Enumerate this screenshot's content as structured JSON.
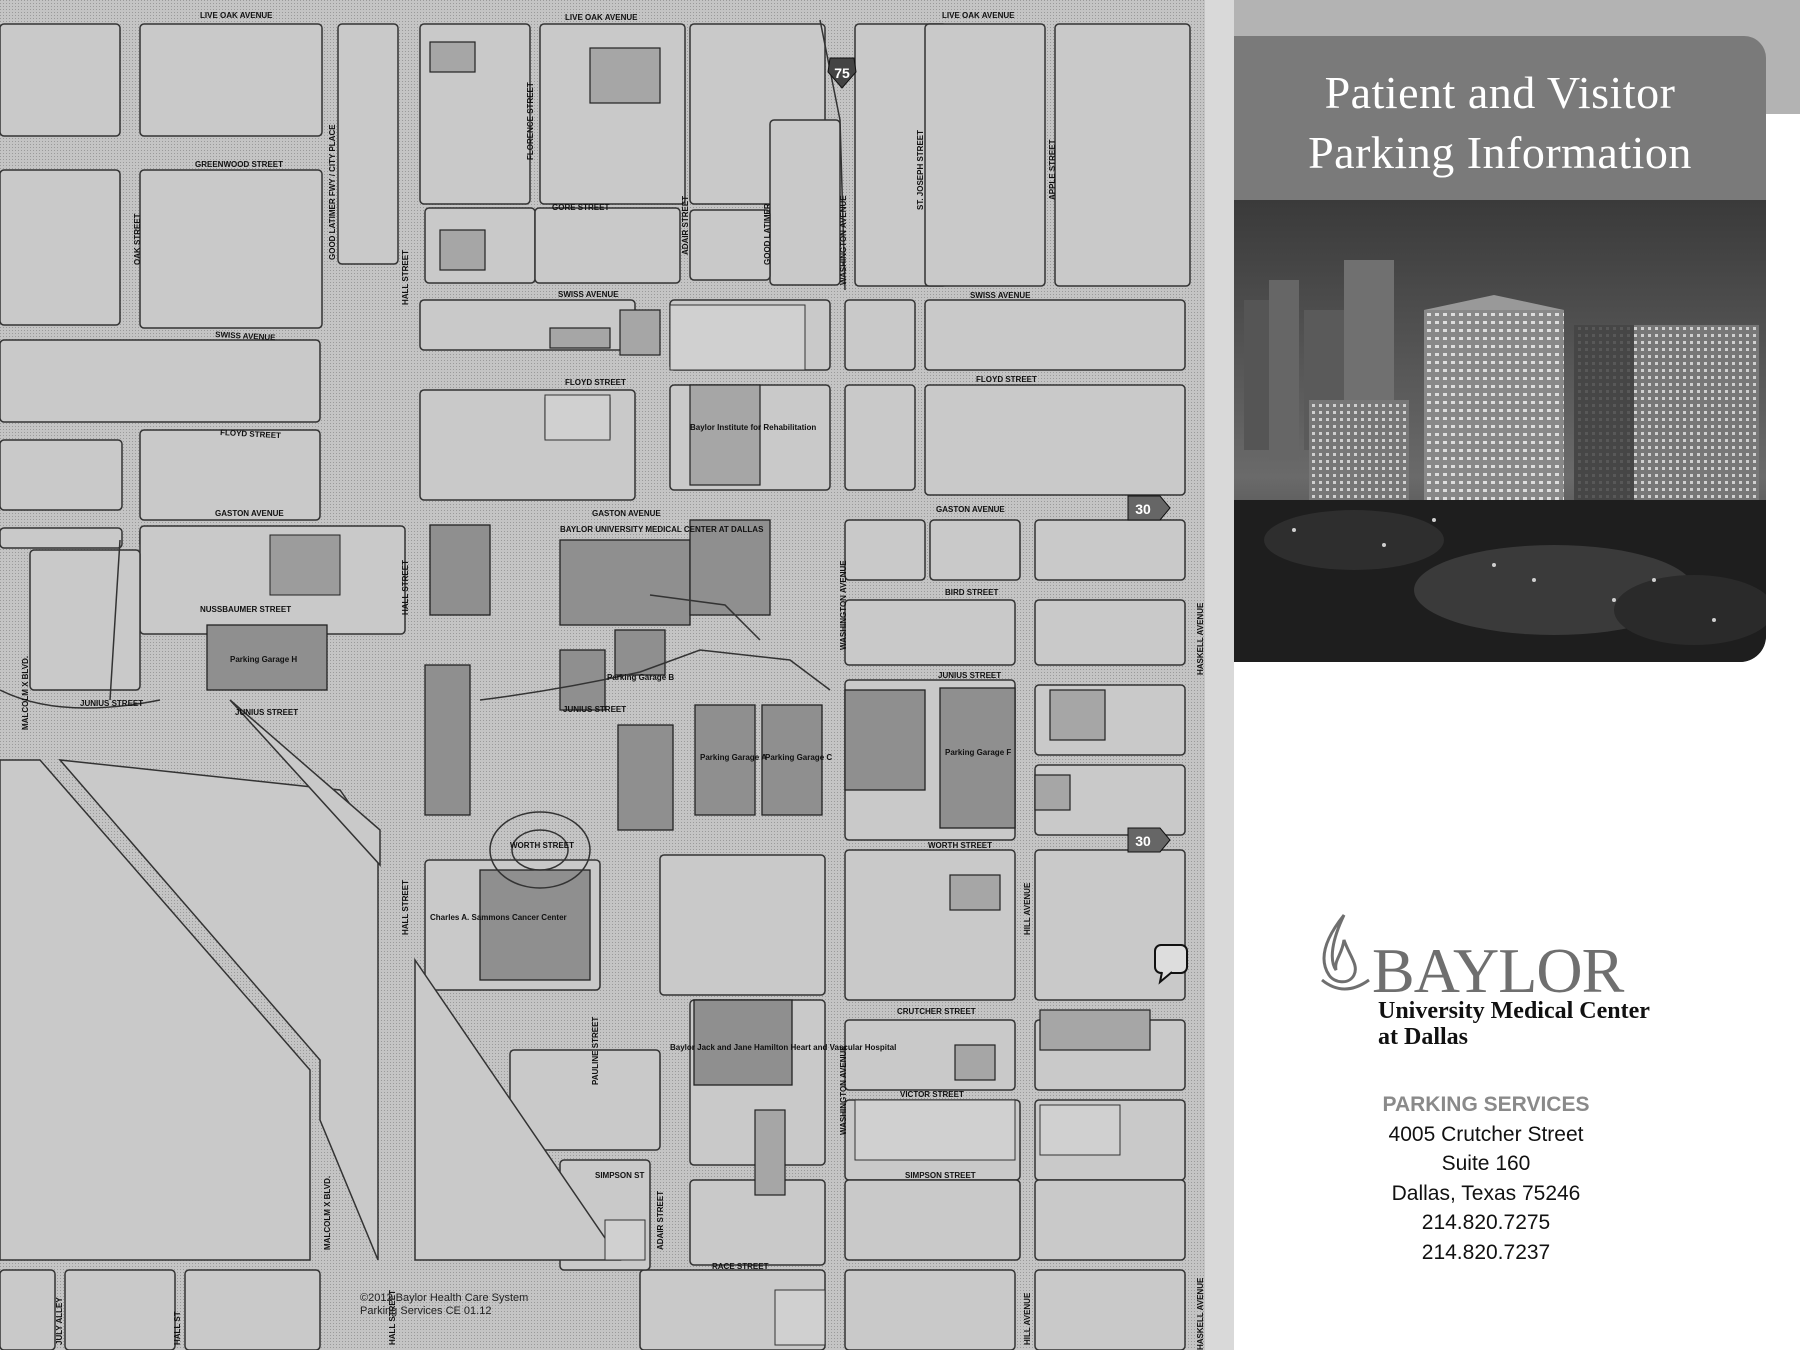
{
  "panel": {
    "title_line1": "Patient and Visitor",
    "title_line2": "Parking Information",
    "brand": "BAYLOR",
    "brand_sub1": "University Medical Center",
    "brand_sub2": "at Dallas",
    "contact": {
      "heading": "PARKING SERVICES",
      "address1": "4005 Crutcher Street",
      "address2": "Suite 160",
      "city": "Dallas, Texas 75246",
      "phone1": "214.820.7275",
      "phone2": "214.820.7237"
    }
  },
  "map": {
    "copyright_line1": "©2012 Baylor Health Care System",
    "copyright_line2": "Parking Services  CE 01.12",
    "highway_shields": [
      "75",
      "30",
      "30"
    ],
    "streets": {
      "live_oak_1": "LIVE OAK AVENUE",
      "live_oak_2": "LIVE OAK AVENUE",
      "live_oak_3": "LIVE OAK AVENUE",
      "greenwood": "GREENWOOD STREET",
      "gore": "GORE STREET",
      "swiss_1": "SWISS AVENUE",
      "swiss_2": "SWISS AVENUE",
      "swiss_3": "SWISS AVENUE",
      "floyd_1": "FLOYD STREET",
      "floyd_2": "FLOYD STREET",
      "floyd_3": "FLOYD STREET",
      "gaston_1": "GASTON AVENUE",
      "gaston_2": "GASTON AVENUE",
      "gaston_3": "GASTON AVENUE",
      "bird": "BIRD STREET",
      "nussbaumer": "NUSSBAUMER STREET",
      "junius_1": "JUNIUS STREET",
      "junius_2": "JUNIUS STREET",
      "junius_3": "JUNIUS STREET",
      "junius_4": "JUNIUS STREET",
      "worth_1": "WORTH STREET",
      "worth_2": "WORTH STREET",
      "crutcher": "CRUTCHER STREET",
      "victor": "VICTOR STREET",
      "simpson_1": "SIMPSON ST",
      "simpson_2": "SIMPSON STREET",
      "race": "RACE STREET",
      "hall_1": "HALL STREET",
      "hall_2": "HALL STREET",
      "hall_3": "HALL STREET",
      "hall_4": "HALL STREET",
      "oak": "OAK STREET",
      "good_latimer": "GOOD LATIMER",
      "st_joseph": "ST. JOSEPH STREET",
      "apple": "APPLE STREET",
      "washington_1": "WASHINGTON AVENUE",
      "washington_2": "WASHINGTON AVENUE",
      "washington_3": "WASHINGTON AVENUE",
      "haskell_1": "HASKELL AVENUE",
      "haskell_2": "HASKELL AVENUE",
      "hill_1": "HILL AVENUE",
      "hill_2": "HILL AVENUE",
      "adair": "ADAIR STREET",
      "malcolm_1": "MALCOLM X BLVD.",
      "malcolm_2": "MALCOLM X BLVD.",
      "cityplace": "GOOD LATIMER FWY / CITY PLACE",
      "pauline": "PAULINE STREET",
      "florence": "FLORENCE STREET",
      "hall_s": "HALL ST",
      "july_alley": "JULY ALLEY",
      "adair_s": "ADAIR STREET"
    },
    "places": {
      "garage_h": "Parking Garage H",
      "garage_b": "Parking Garage B",
      "garage_a": "Parking Garage A",
      "garage_c": "Parking Garage C",
      "garage_f": "Parking Garage F",
      "medical_center": "BAYLOR UNIVERSITY MEDICAL CENTER AT DALLAS",
      "cancer_center": "Charles A. Sammons Cancer Center",
      "heart_hospital": "Baylor Jack and Jane Hamilton Heart and Vascular Hospital",
      "rehab": "Baylor Institute for Rehabilitation"
    }
  }
}
